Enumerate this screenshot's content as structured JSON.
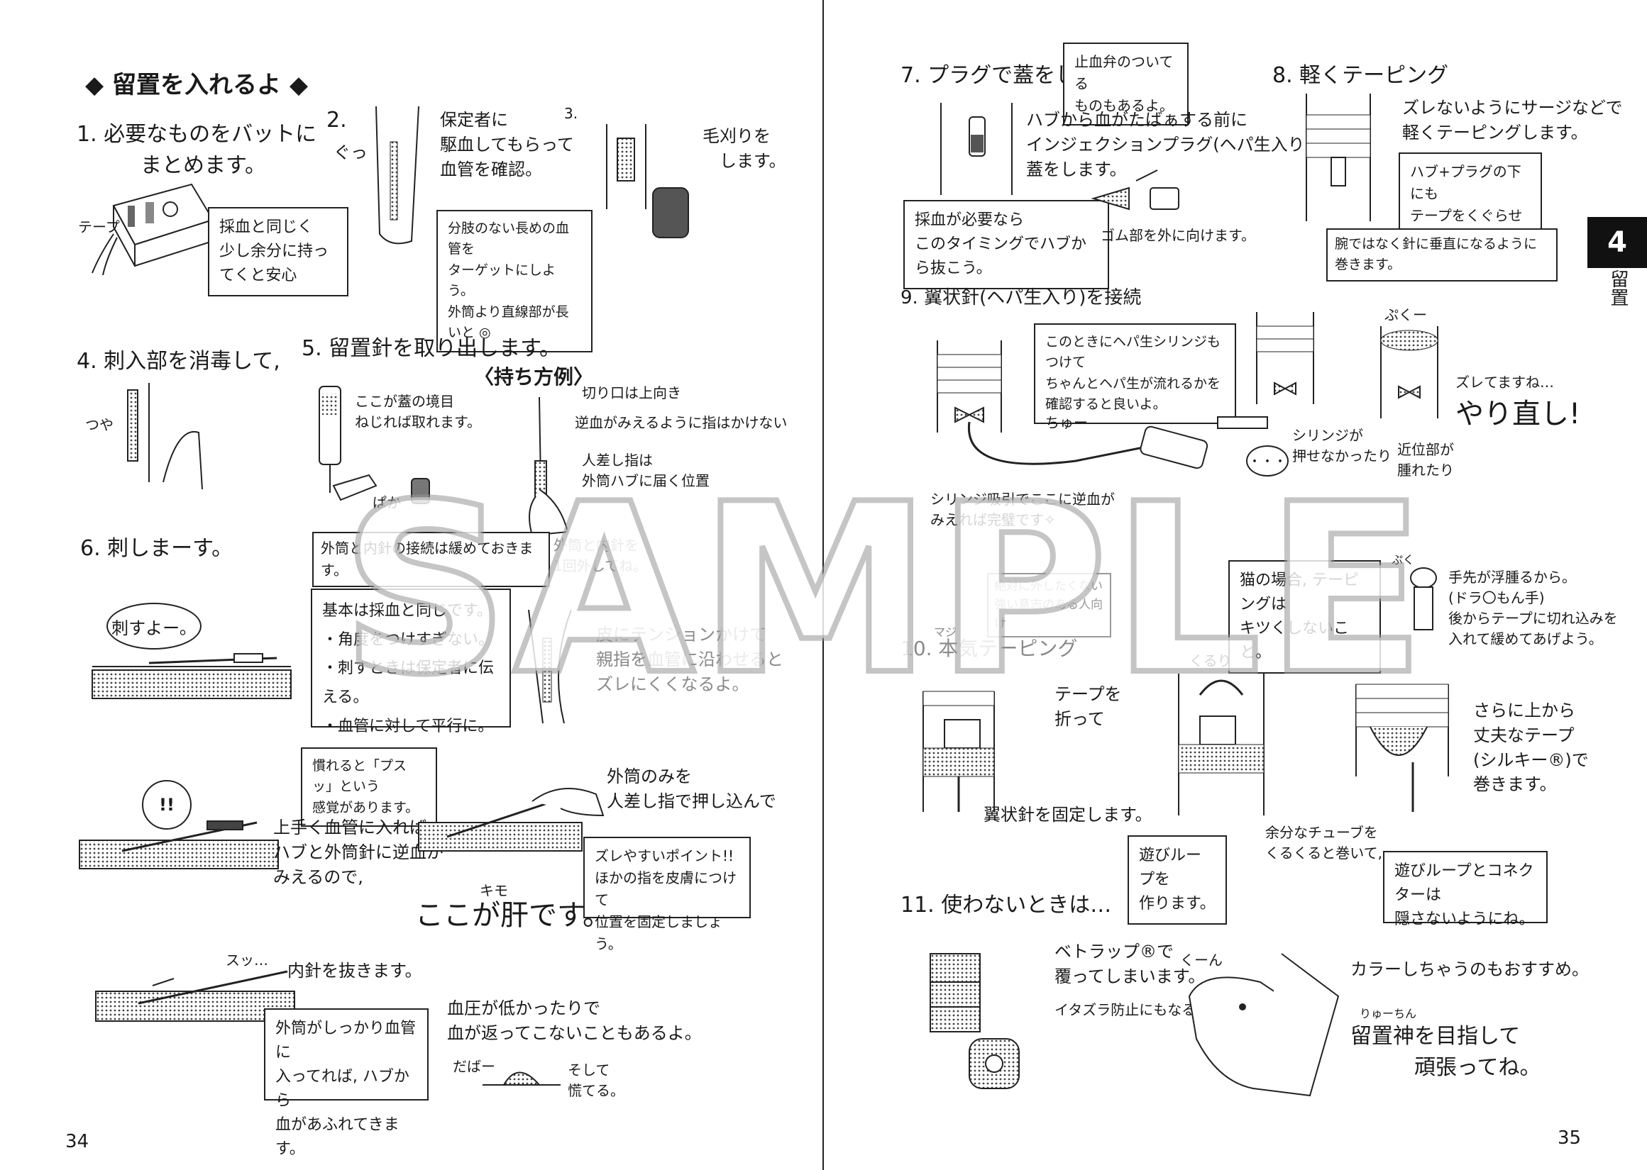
{
  "left": {
    "title": "◆ 留置を入れるよ ◆",
    "step1": {
      "heading": "1. 必要なものをバットに\n　　　まとめます。",
      "tape_label": "テープ",
      "box": "採血と同じく\n少し余分に持ってくと安心"
    },
    "step2": {
      "num": "2.",
      "text": "保定者に\n駆血してもらって\n血管を確認。",
      "sfx": "ぐっ",
      "box": "分肢のない長めの血管を\nターゲットにしよう。\n外筒より直線部が長いと ◎"
    },
    "step3": {
      "num": "3.",
      "text": "毛刈りを\n　します。"
    },
    "step4": {
      "heading": "4. 刺入部を消毒して,",
      "sfx": "つや"
    },
    "step5": {
      "heading": "5. 留置針を取り出します。",
      "cap_note": "ここが蓋の境目\nねじれば取れます。",
      "sfx_pop": "ぱか",
      "hold_title": "〈持ち方例〉",
      "hold_note1": "切り口は上向き",
      "hold_note2": "逆血がみえるように指はかけない",
      "hold_note3": "人差し指は\n外筒ハブに届く位置",
      "box_loosen": "外筒と内針の接続は緩めておきます。",
      "note_turn": "外筒と内針を\n1回外してね。"
    },
    "step6": {
      "heading": "6. 刺しまーす。",
      "bubble": "刺すよー。",
      "box_basic": "基本は採血と同じです。\n・角度をつけすぎない。\n・刺すときは保定者に伝える。\n・血管に対して平行に。",
      "tension_note": "皮にテンションかけて\n親指を血管に沿わせると\nズレにくくなるよ。"
    },
    "step7": {
      "box_feel": "慣れると「プスッ」という\n感覚があります。",
      "excl": "!!",
      "note_flash": "上手く血管に入れば\nハブと外筒針に逆血が\nみえるので,",
      "note_push": "外筒のみを\n人差し指で押し込んで",
      "box_point": "ズレやすいポイント!!\nほかの指を皮膚につけて\n位置を固定しましょう。",
      "kimo_ruby": "キモ",
      "kimo": "ここが肝です。"
    },
    "step8": {
      "sfx": "スッ…",
      "note": "内針を抜きます。",
      "box_flow": "外筒がしっかり血管に\n入ってれば, ハブから\n血があふれてきます。",
      "note_bp": "血圧が低かったりで\n血が返ってこないこともあるよ。",
      "sfx_gush": "だばー",
      "sfx_panic": "そして\n慌てる。"
    },
    "page_number": "34"
  },
  "right": {
    "step7": {
      "heading": "7. プラグで蓋をします。",
      "box_valve": "止血弁のついてる\nものもあるよ。",
      "text": "ハブから血がたばぁする前に\nインジェクションプラグ(ヘパ生入り)で\n蓋をします。",
      "box_sample": "採血が必要なら\nこのタイミングでハブから抜こう。",
      "note_rubber": "ゴム部を外に向けます。"
    },
    "step8": {
      "heading": "8. 軽くテーピング",
      "text": "ズレないようにサージなどで\n軽くテーピングします。",
      "box_under": "ハブ+プラグの下にも\nテープをくぐらせよう。",
      "box_wrap": "腕ではなく針に垂直になるように巻きます。"
    },
    "step9": {
      "heading": "9. 翼状針(ヘパ生入り)を接続",
      "box_syringe": "このときにヘパ生シリンジもつけて\nちゃんとヘパ生が流れるかを\n確認すると良いよ。",
      "sfx_chu": "ちゅー",
      "note_backflow": "シリンジ吸引でここに逆血が\nみえれば完璧です✧",
      "sfx_puku": "ぷくー",
      "dots": "・・・",
      "note_push": "シリンジが\n押せなかったり",
      "note_slip": "ズレてますね…",
      "redo": "やり直し!",
      "note_swell": "近位部が\n腫れたり"
    },
    "step10": {
      "box_never": "絶対に外したくない\n強い意志のある人向け",
      "ruby": "マジ",
      "heading": "10. 本気テーピング",
      "box_cat": "猫の場合, テーピングは\nキツくしないこと。",
      "note_paw": "手先が浮腫るから。\n(ドラ〇もん手)\n後からテープに切れ込みを\n入れて緩めてあげよう。",
      "sfx_paw": "ぷく",
      "note_fold": "テープを\n折って",
      "sfx_loop": "くるり",
      "note_fix": "翼状針を固定します。",
      "box_loop": "遊びループを\n作ります。",
      "note_tube": "余分なチューブを\nくるくると巻いて,",
      "note_strong": "さらに上から\n丈夫なテープ\n(シルキー®)で\n巻きます。",
      "box_hide": "遊びループとコネクターは\n隠さないようにね。"
    },
    "step11": {
      "heading": "11. 使わないときは…",
      "note_vet": "ベトラップ®で\n覆ってしまいます。",
      "note_mischief": "イタズラ防止にもなるよ。",
      "sfx_dog": "くーん",
      "note_collar": "カラーしちゃうのもおすすめ。",
      "ruby": "りゅーちん",
      "note_god": "留置神を目指して\n　　　頑張ってね。"
    },
    "page_number": "35",
    "chapter_number": "4",
    "chapter_title": "留置"
  },
  "watermark": "SAMPLE",
  "colors": {
    "ink": "#1a1a1a",
    "gray_text": "#8a8a8a",
    "tab_bg": "#111111"
  }
}
